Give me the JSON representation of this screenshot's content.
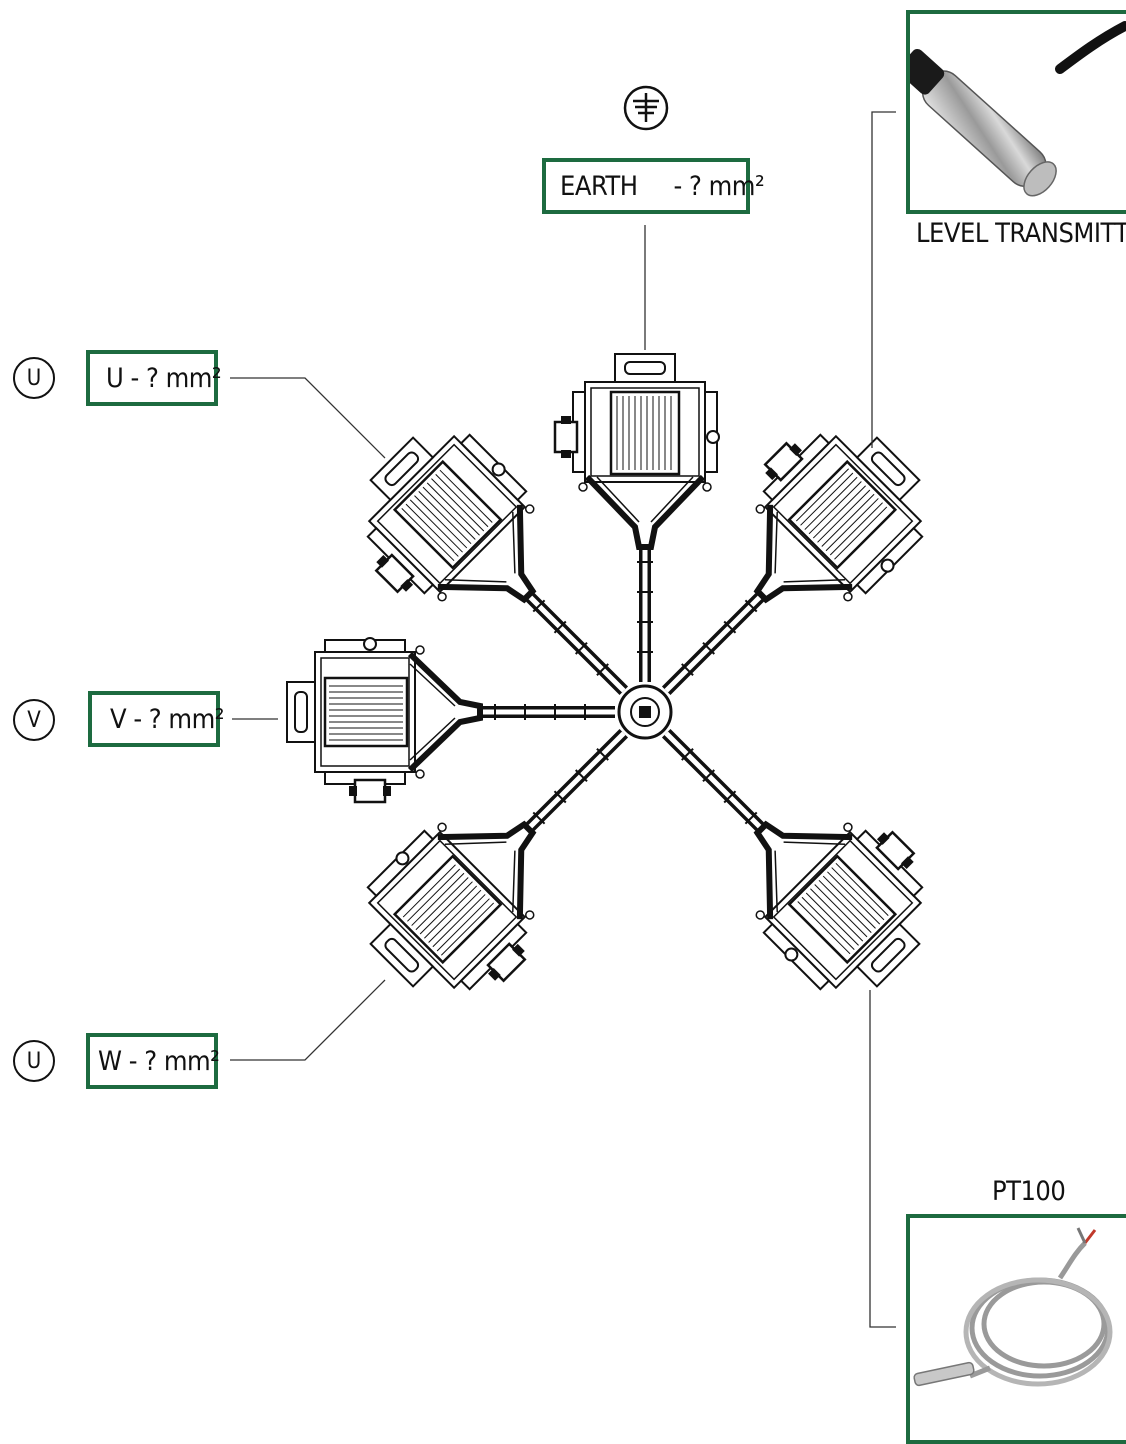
{
  "labels": {
    "earth": "EARTH     - ? mm²",
    "u": "U - ? mm²",
    "v": "V - ? mm²",
    "w": "W - ? mm²"
  },
  "phase_markers": {
    "u": "U",
    "v": "V",
    "w": "U"
  },
  "sensors": {
    "level": "LEVEL TRANSMITTER",
    "temp": "PT100"
  },
  "icons": {
    "earth_symbol": "earth-ground-icon",
    "level_photo": "level-transmitter-probe",
    "temp_photo": "pt100-cable-probe"
  },
  "colors": {
    "label_border": "#1d6b40",
    "line": "#111111"
  }
}
